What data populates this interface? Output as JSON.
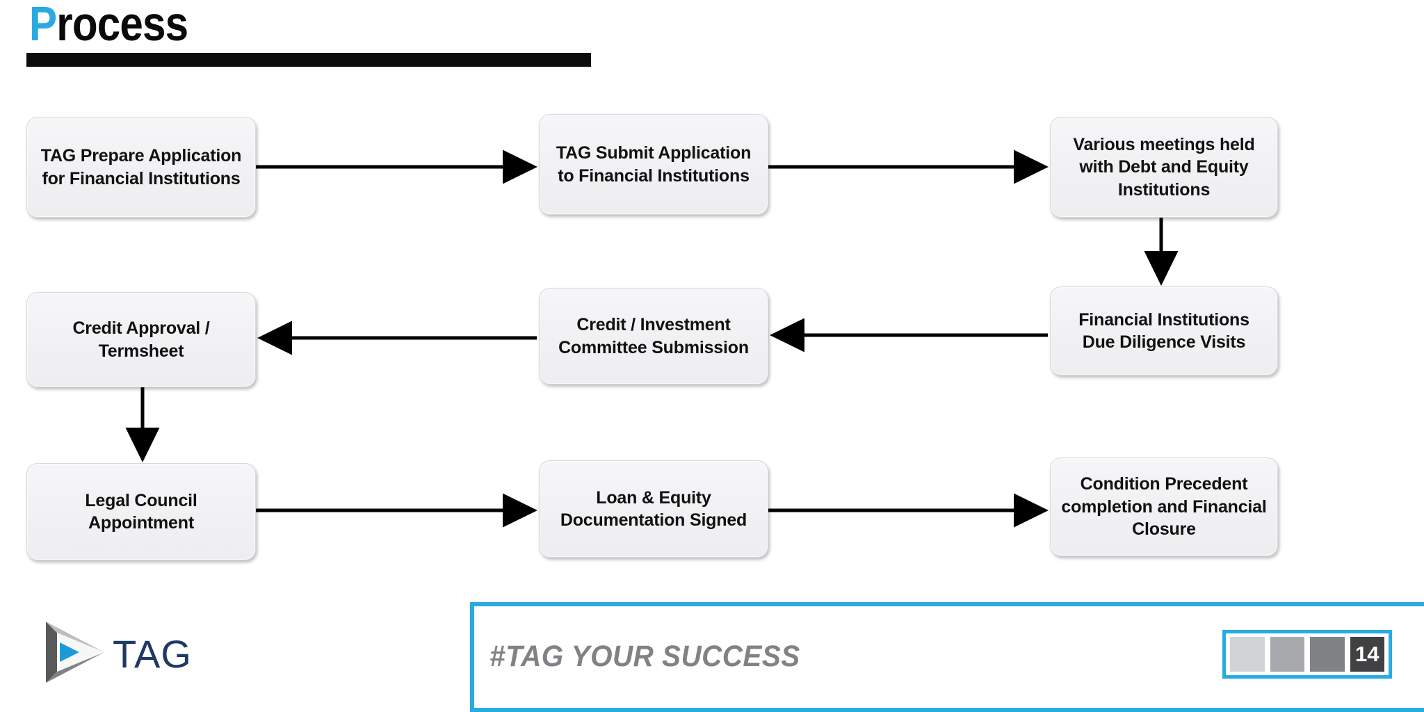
{
  "slide": {
    "title_accent": "P",
    "title_rest": "rocess",
    "accent_color": "#29ABE2",
    "background": "#ffffff"
  },
  "flow": {
    "boxes": [
      {
        "id": "r1c1",
        "row": 1,
        "col": 1,
        "label": "TAG Prepare Application for Financial Institutions"
      },
      {
        "id": "r1c2",
        "row": 1,
        "col": 2,
        "label": "TAG Submit Application to Financial Institutions"
      },
      {
        "id": "r1c3",
        "row": 1,
        "col": 3,
        "label": "Various meetings held with Debt and Equity Institutions"
      },
      {
        "id": "r2c1",
        "row": 2,
        "col": 1,
        "label": "Credit Approval / Termsheet"
      },
      {
        "id": "r2c2",
        "row": 2,
        "col": 2,
        "label": "Credit / Investment Committee Submission"
      },
      {
        "id": "r2c3",
        "row": 2,
        "col": 3,
        "label": "Financial Institutions Due Diligence Visits"
      },
      {
        "id": "r3c1",
        "row": 3,
        "col": 1,
        "label": "Legal Council Appointment"
      },
      {
        "id": "r3c2",
        "row": 3,
        "col": 2,
        "label": "Loan & Equity Documentation Signed"
      },
      {
        "id": "r3c3",
        "row": 3,
        "col": 3,
        "label": "Condition Precedent completion and Financial Closure"
      }
    ],
    "connectors": [
      {
        "from": "r1c1",
        "to": "r1c2",
        "direction": "right"
      },
      {
        "from": "r1c2",
        "to": "r1c3",
        "direction": "right"
      },
      {
        "from": "r1c3",
        "to": "r2c3",
        "direction": "down"
      },
      {
        "from": "r2c3",
        "to": "r2c2",
        "direction": "left"
      },
      {
        "from": "r2c2",
        "to": "r2c1",
        "direction": "left"
      },
      {
        "from": "r2c1",
        "to": "r3c1",
        "direction": "down"
      },
      {
        "from": "r3c1",
        "to": "r3c2",
        "direction": "right"
      },
      {
        "from": "r3c2",
        "to": "r3c3",
        "direction": "right"
      }
    ],
    "box_fill": "#F1F1F3",
    "box_border": "#D7D7DC",
    "connector_color": "#000000"
  },
  "footer": {
    "logo_text": "TAG",
    "logo_text_color": "#1F3864",
    "logo_accent_color": "#1B9CD8",
    "tagline": "#TAG YOUR SUCCESS",
    "tagline_color": "#808285",
    "banner_border_color": "#29ABE2",
    "pager": {
      "page_number": "14",
      "swatches": [
        "#D1D3D4",
        "#A7A9AC",
        "#808285",
        "#414042"
      ]
    }
  }
}
